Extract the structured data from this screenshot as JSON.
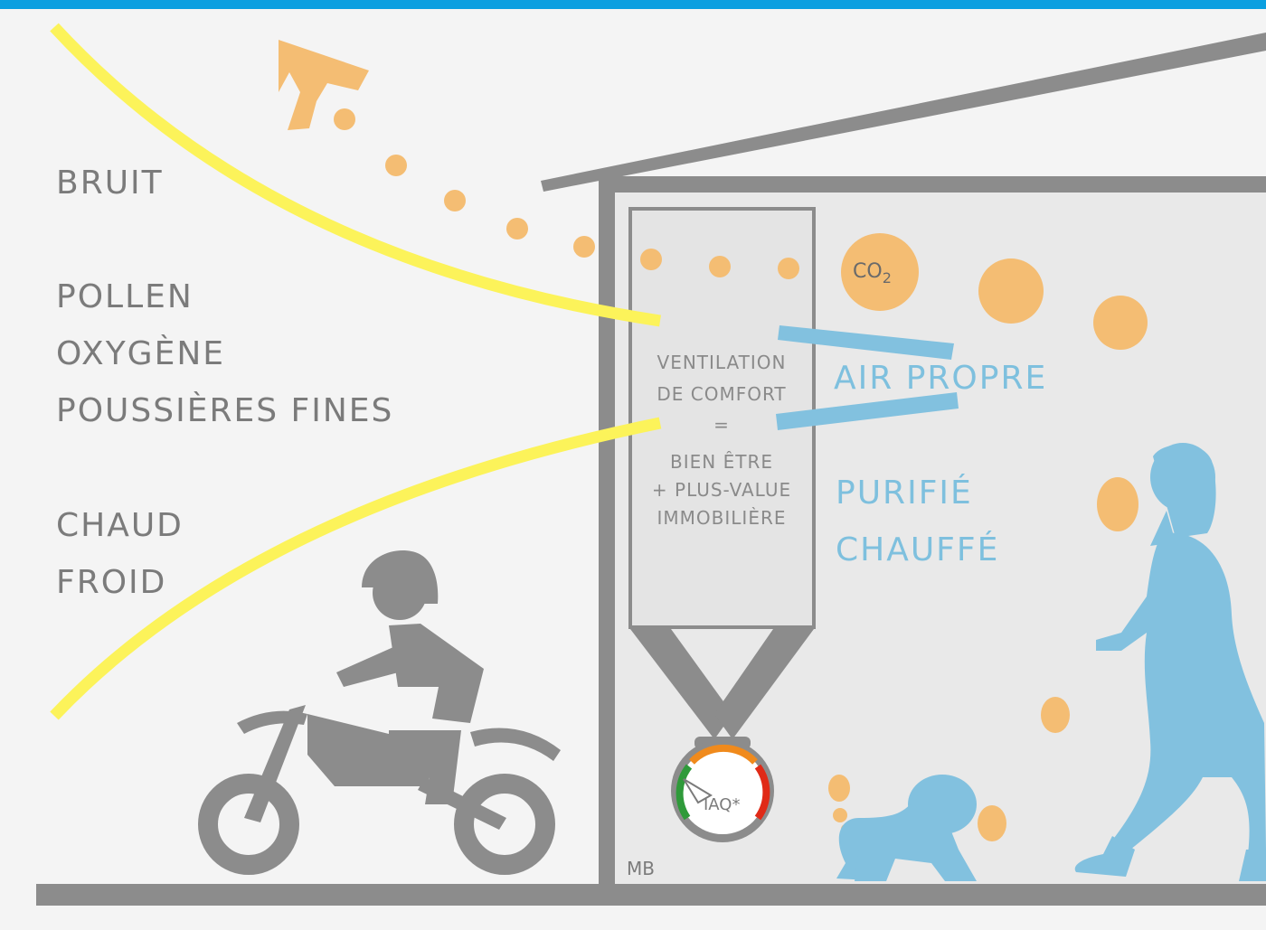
{
  "colors": {
    "top_bar": "#0b9fe0",
    "structure": "#8c8c8c",
    "arrow_yellow": "#fcf35a",
    "particle_orange": "#f4bd73",
    "air_blue": "#82c1df",
    "meter_green": "#2f9a3a",
    "meter_orange": "#f08a1c",
    "meter_red": "#e02a17"
  },
  "outside_labels": {
    "bruit": "BRUIT",
    "pollen": "POLLEN",
    "oxygene": "OXYGÈNE",
    "poussieres": "POUSSIÈRES FINES",
    "chaud": "CHAUD",
    "froid": "FROID"
  },
  "unit_labels": {
    "line1": "VENTILATION",
    "line2": "DE COMFORT",
    "line3": "=",
    "line4": "BIEN ÊTRE",
    "line5": "+ PLUS-VALUE",
    "line6": "IMMOBILIÈRE"
  },
  "inside_labels": {
    "co2_main": "CO",
    "co2_sub": "2",
    "air_propre": "AIR PROPRE",
    "purifie": "PURIFIÉ",
    "chauffe": "CHAUFFÉ"
  },
  "meter_label": "IAQ*",
  "signature": "MB",
  "icons": [
    "motorcyclist-icon",
    "woman-walking-icon",
    "crawling-baby-icon",
    "air-quality-meter-icon",
    "exhaust-arrow-icon"
  ]
}
